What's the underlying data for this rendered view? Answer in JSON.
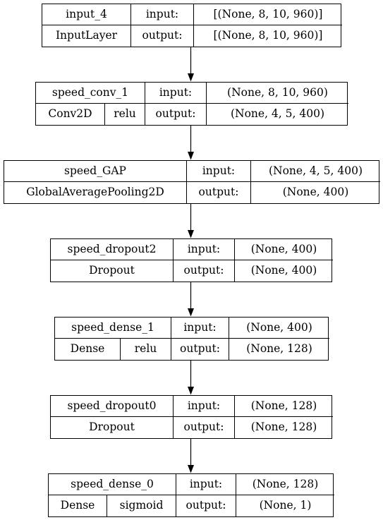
{
  "diagram": {
    "type": "keras-model-plot",
    "port_labels": {
      "input": "input:",
      "output": "output:"
    },
    "layers": [
      {
        "name": "input_4",
        "type": "InputLayer",
        "activation": "",
        "input_shape": "[(None, 8, 10, 960)]",
        "output_shape": "[(None, 8, 10, 960)]"
      },
      {
        "name": "speed_conv_1",
        "type": "Conv2D",
        "activation": "relu",
        "input_shape": "(None, 8, 10, 960)",
        "output_shape": "(None, 4, 5, 400)"
      },
      {
        "name": "speed_GAP",
        "type": "GlobalAveragePooling2D",
        "activation": "",
        "input_shape": "(None, 4, 5, 400)",
        "output_shape": "(None, 400)"
      },
      {
        "name": "speed_dropout2",
        "type": "Dropout",
        "activation": "",
        "input_shape": "(None, 400)",
        "output_shape": "(None, 400)"
      },
      {
        "name": "speed_dense_1",
        "type": "Dense",
        "activation": "relu",
        "input_shape": "(None, 400)",
        "output_shape": "(None, 128)"
      },
      {
        "name": "speed_dropout0",
        "type": "Dropout",
        "activation": "",
        "input_shape": "(None, 128)",
        "output_shape": "(None, 128)"
      },
      {
        "name": "speed_dense_0",
        "type": "Dense",
        "activation": "sigmoid",
        "input_shape": "(None, 128)",
        "output_shape": "(None, 1)"
      }
    ]
  }
}
